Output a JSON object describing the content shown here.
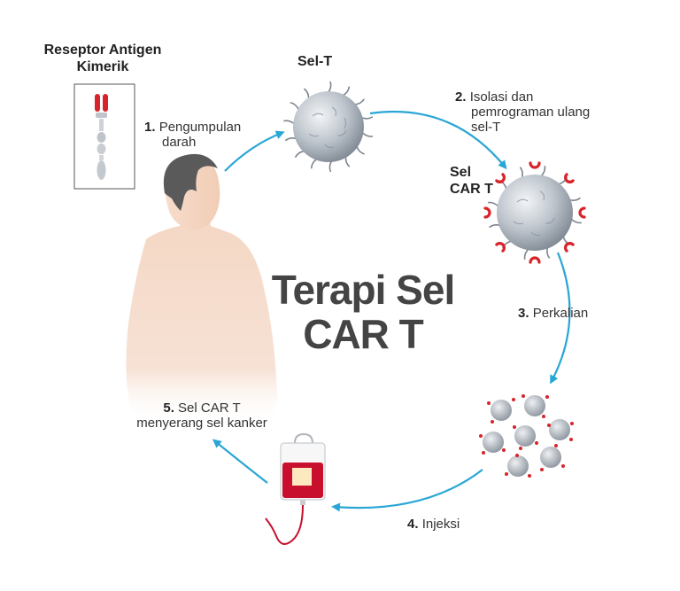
{
  "title": {
    "line1": "Terapi Sel",
    "line2": "CAR T"
  },
  "receptor": {
    "line1": "Reseptor Antigen",
    "line2": "Kimerik"
  },
  "labels": {
    "t_cell": "Sel-T",
    "car_t_line1": "Sel",
    "car_t_line2": "CAR T"
  },
  "steps": [
    {
      "number": "1.",
      "lines": [
        "Pengumpulan",
        "darah"
      ]
    },
    {
      "number": "2.",
      "lines": [
        "Isolasi dan",
        "pemrograman ulang",
        "sel-T"
      ]
    },
    {
      "number": "3.",
      "lines": [
        "Perkalian"
      ]
    },
    {
      "number": "4.",
      "lines": [
        "Injeksi"
      ]
    },
    {
      "number": "5.",
      "lines": [
        "Sel CAR T",
        "menyerang sel kanker"
      ]
    }
  ],
  "colors": {
    "arrow": "#2aa6d6",
    "cell": "#b8bec6",
    "receptor_red": "#d8232a",
    "skin": "#f4d7c4",
    "hair": "#5a5a5a",
    "text": "#333333"
  },
  "icons": [
    "chimeric-receptor-icon",
    "t-cell-icon",
    "car-t-cell-icon",
    "cell-cluster-icon",
    "iv-bag-icon",
    "human-figure-icon"
  ]
}
